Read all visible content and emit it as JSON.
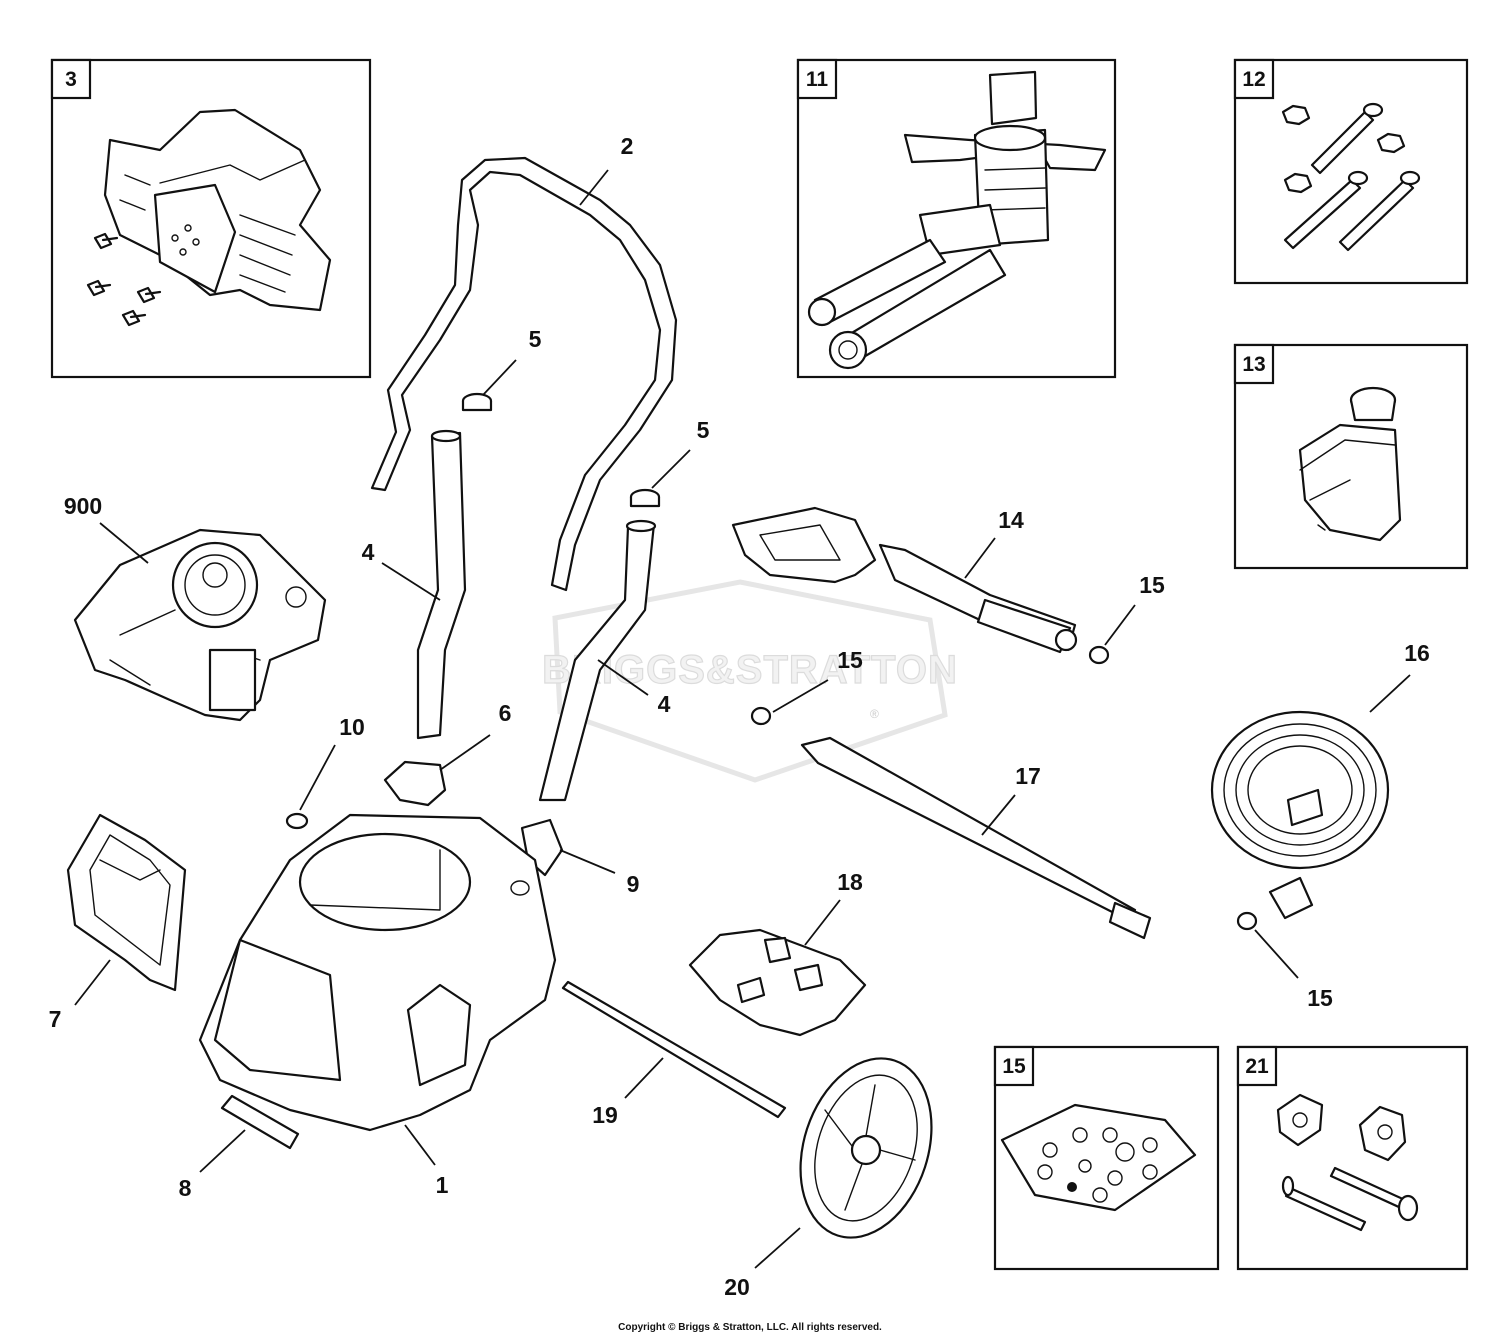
{
  "watermark": {
    "text": "BRIGGS&STRATTON",
    "mark": "®"
  },
  "copyright": "Copyright © Briggs & Stratton, LLC. All rights reserved.",
  "boxes": {
    "b3": "3",
    "b11": "11",
    "b12": "12",
    "b13": "13",
    "b15": "15",
    "b21": "21"
  },
  "callouts": {
    "c2": "2",
    "c5a": "5",
    "c5b": "5",
    "c4a": "4",
    "c4b": "4",
    "c900": "900",
    "c10": "10",
    "c6": "6",
    "c9": "9",
    "c7": "7",
    "c8": "8",
    "c1": "1",
    "c14": "14",
    "c15a": "15",
    "c15b": "15",
    "c15c": "15",
    "c16": "16",
    "c17": "17",
    "c18": "18",
    "c19": "19",
    "c20": "20"
  }
}
